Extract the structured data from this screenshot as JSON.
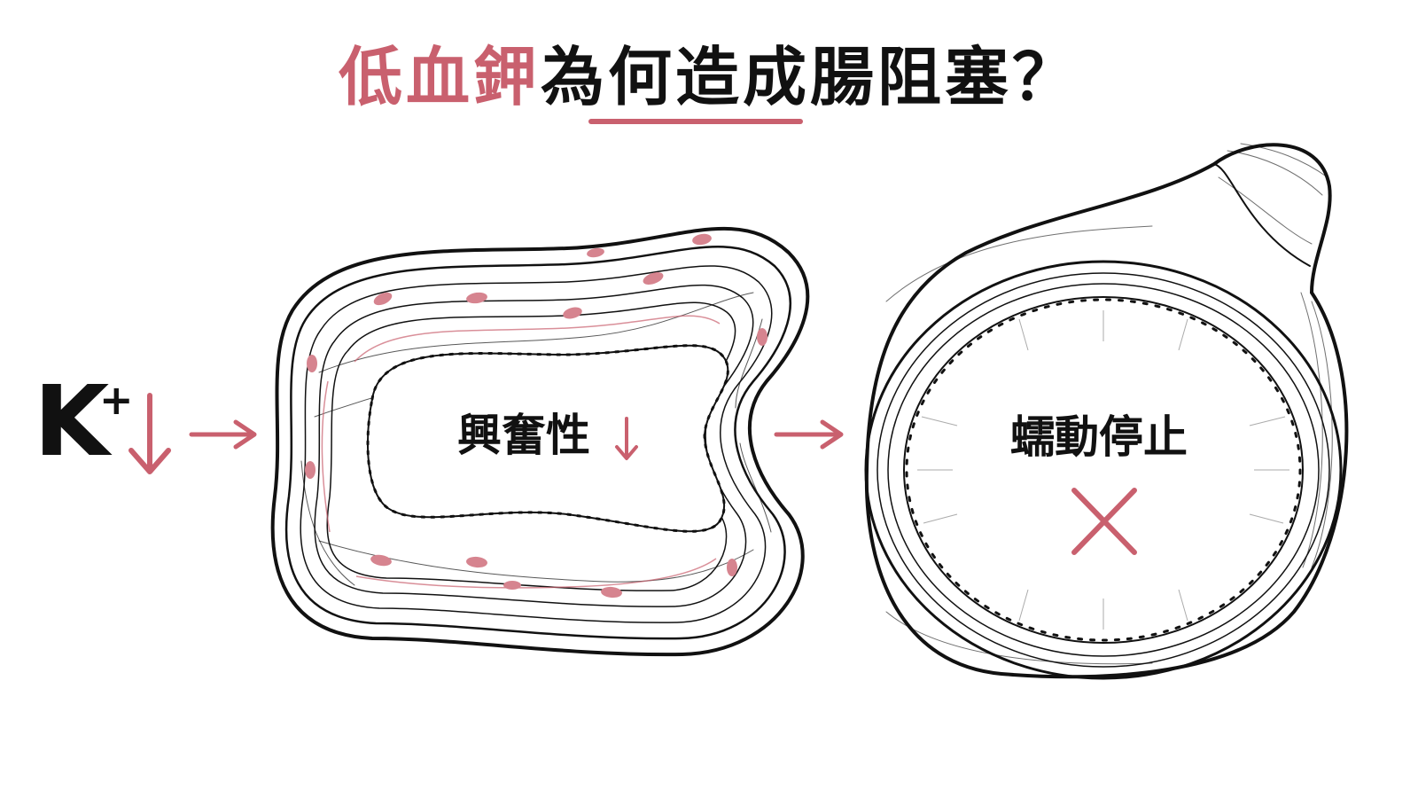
{
  "title": {
    "accent": "低血鉀",
    "rest": "為何造成腸阻塞？"
  },
  "potassium": {
    "symbol": "K",
    "superscript": "+"
  },
  "panels": {
    "left_label": "興奮性",
    "right_label": "蠕動停止"
  },
  "colors": {
    "accent": "#c9606e",
    "ink": "#111111"
  },
  "icons": {
    "decrease": "down-arrow-icon",
    "flow": "right-arrow-icon",
    "stop": "cross-icon"
  }
}
